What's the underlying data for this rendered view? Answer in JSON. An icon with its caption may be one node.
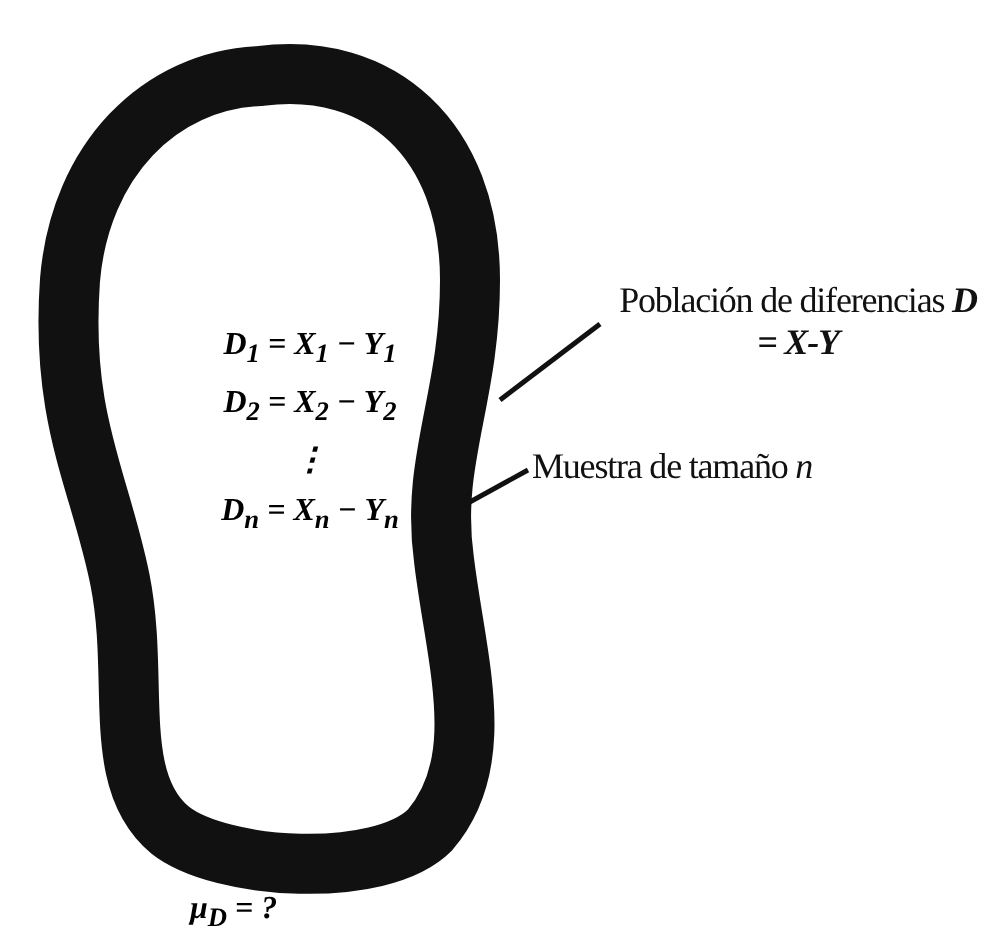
{
  "diagram": {
    "nodes": [
      {
        "text": [
          "Población de diferencias **D = X-Y**"
        ]
      },
      {
        "text": [],
        "shape": "blob"
      },
      {
        "text": [
          "Muestra de tamaño *n*"
        ]
      },
      {
        "text": [
          "D$_{1}$ = X$_{1}$ − Y$_{1}$",
          "D$_{2}$ = X$_{2}$ − Y$_{2}$",
          "⋮",
          "D$_{n}$ = X$_{n}$ − Y$_{n}$"
        ],
        "in": 1
      }
    ],
    "edges": [
      {
        "from": 0,
        "to": 1,
        "arrow": "none"
      },
      {
        "from": 2,
        "to": 3,
        "arrow": "none"
      }
    ],
    "labels": [
      "μ$_{D}$ = ?"
    ]
  }
}
